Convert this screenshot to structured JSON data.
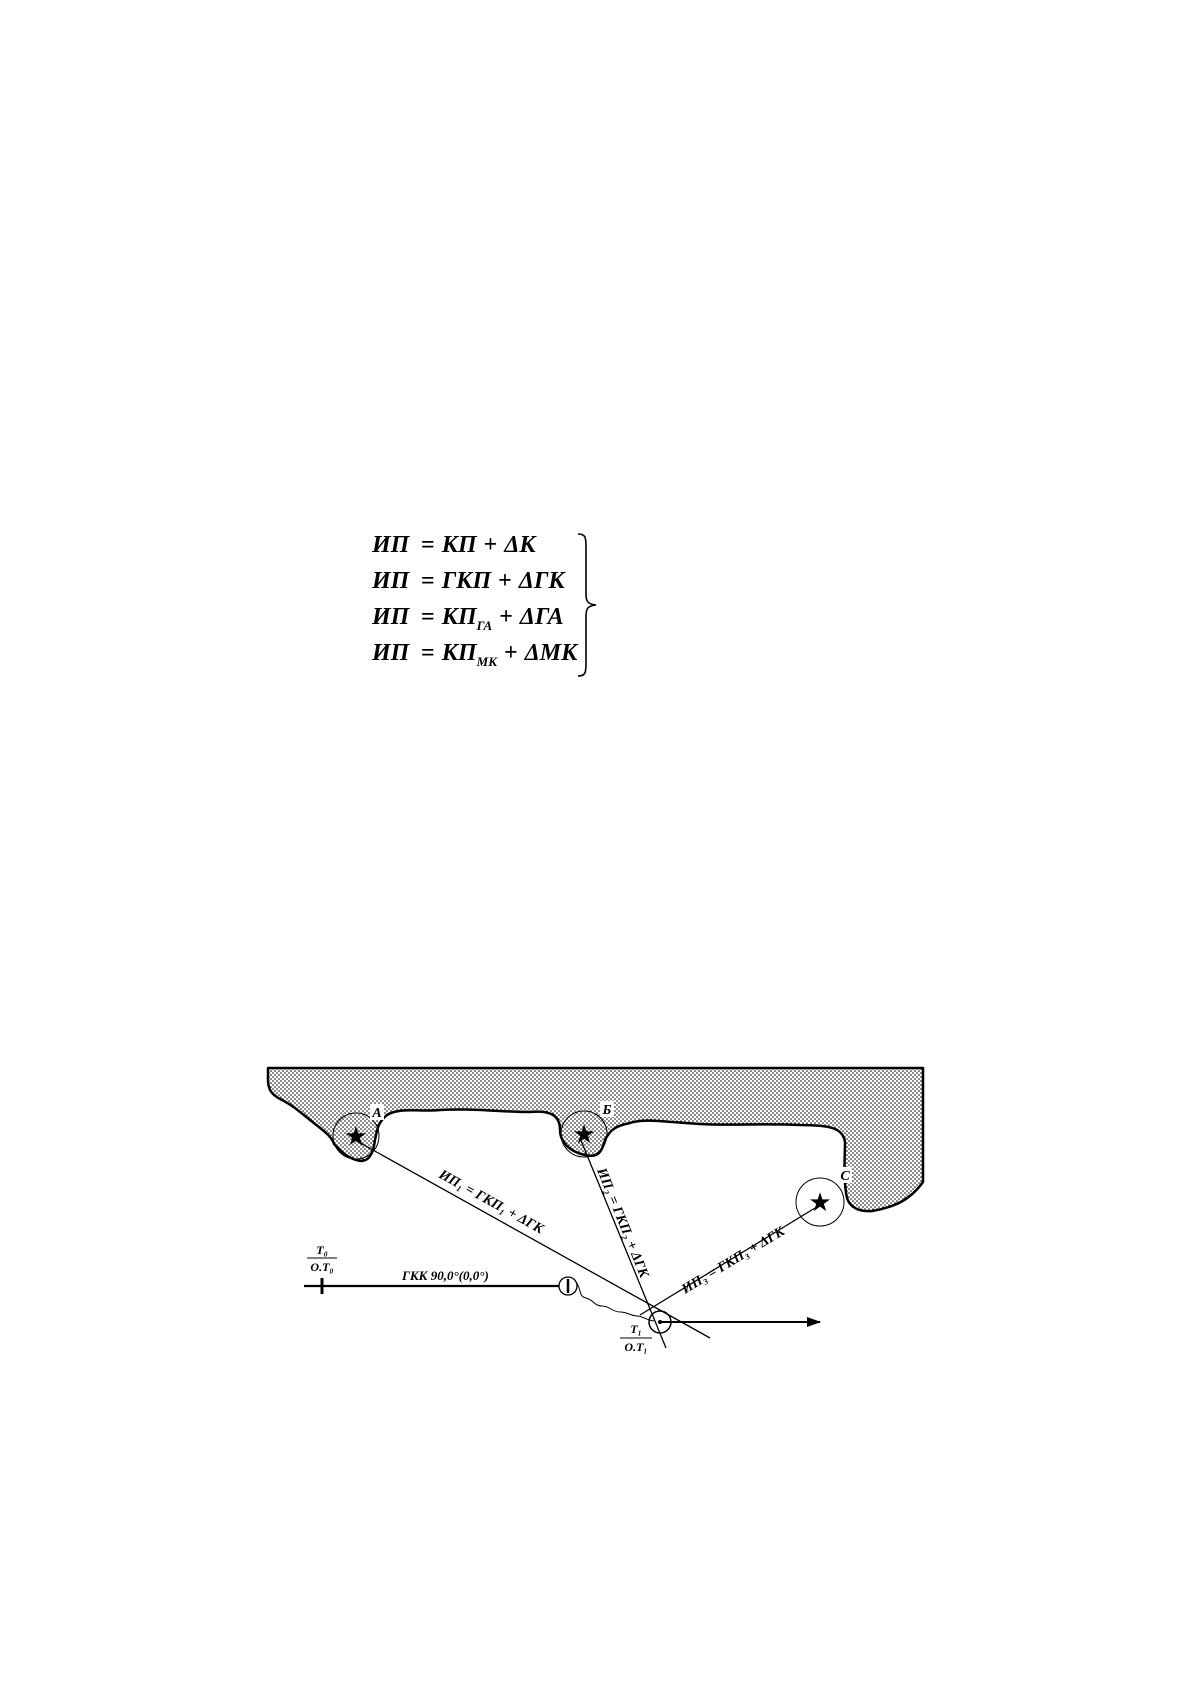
{
  "formulas": [
    {
      "lhs": "ИП",
      "rhs1": "КП",
      "sub": "",
      "rhs2": "ΔК"
    },
    {
      "lhs": "ИП",
      "rhs1": "ГКП",
      "sub": "",
      "rhs2": "ΔГК"
    },
    {
      "lhs": "ИП",
      "rhs1": "КП",
      "sub": "ГА",
      "rhs2": "ΔГА"
    },
    {
      "lhs": "ИП",
      "rhs1": "КП",
      "sub": "МК",
      "rhs2": "ΔМК"
    }
  ],
  "diagram": {
    "landmarks": {
      "a": "А",
      "b": "Б",
      "c": "С"
    },
    "bearing1": "ИП₁ = ГКП₁ + ΔГК",
    "bearing2": "ИП₂ = ГКП₂ + ΔГК",
    "bearing3": "ИП₃ = ГКП₃ + ΔГК",
    "course": "ГКК 90,0°(0,0°)",
    "t0": "Т₀",
    "ot0": "О.Т₀",
    "t1": "Т₁",
    "ot1": "О.Т₁",
    "colors": {
      "shore": "#000000",
      "land_dots": "#000000"
    }
  }
}
